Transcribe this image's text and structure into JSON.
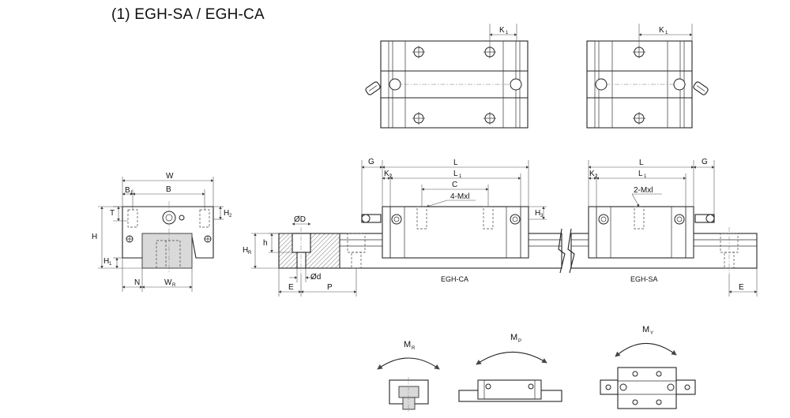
{
  "title": "(1) EGH-SA / EGH-CA",
  "labels": {
    "K1": "K",
    "K1_sub": "1",
    "W": "W",
    "B": "B",
    "B1": "B",
    "B1_sub": "1",
    "T": "T",
    "H": "H",
    "H1": "H",
    "H1_sub": "1",
    "H2": "H",
    "H2_sub": "2",
    "N": "N",
    "WR": "W",
    "WR_sub": "R",
    "OD": "ØD",
    "h": "h",
    "HR": "H",
    "HR_sub": "R",
    "Od": "Ød",
    "E": "E",
    "P": "P",
    "G": "G",
    "K2": "K",
    "K2_sub": "2",
    "L": "L",
    "L1": "L",
    "L1_sub": "1",
    "C": "C",
    "H3": "H",
    "H3_sub": "3",
    "four_mxl": "4-Mxl",
    "two_mxl": "2-Mxl"
  },
  "captions": {
    "ca": "EGH-CA",
    "sa": "EGH-SA"
  },
  "moments": {
    "MR": "M",
    "MR_sub": "R",
    "MP": "M",
    "MP_sub": "P",
    "MY": "M",
    "MY_sub": "Y"
  }
}
